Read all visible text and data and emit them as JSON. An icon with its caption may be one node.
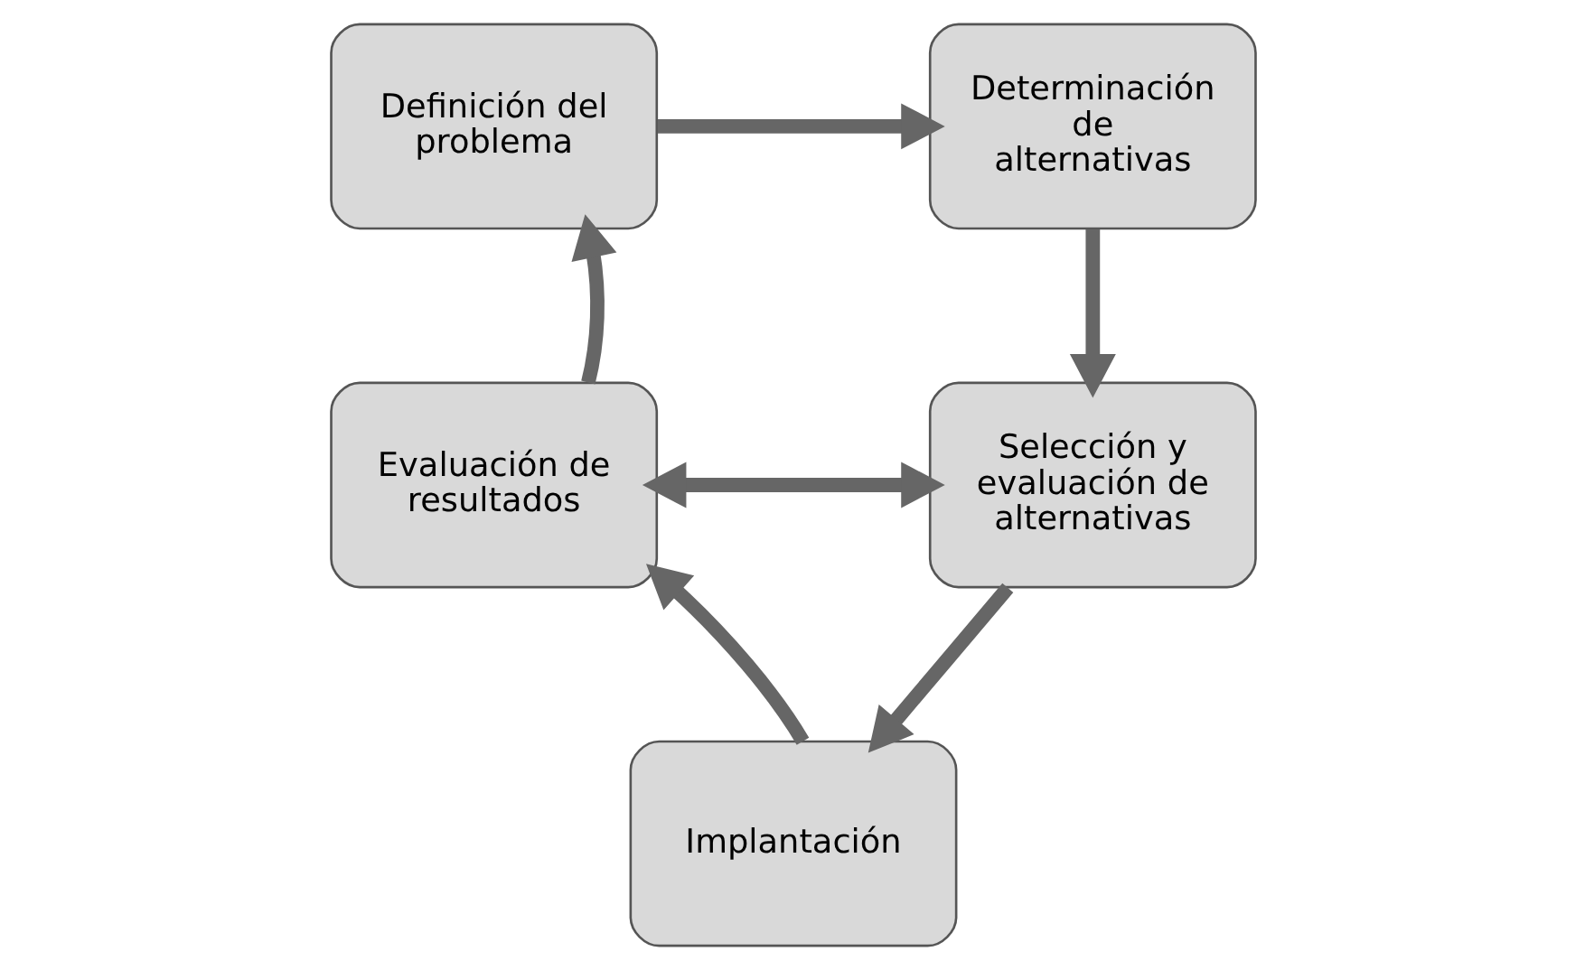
{
  "diagram": {
    "nodes": [
      {
        "text": [
          "Definición del problema"
        ]
      },
      {
        "text": [
          "Determinación de alternativas"
        ]
      },
      {
        "text": [
          "Selección y evaluación de alternativas"
        ]
      },
      {
        "text": [
          "Implantación"
        ]
      },
      {
        "text": [
          "Evaluación de resultados"
        ]
      }
    ],
    "edges": [
      {
        "from": 0,
        "to": 1,
        "arrow": "to"
      },
      {
        "from": 1,
        "to": 2,
        "arrow": "to"
      },
      {
        "from": 2,
        "to": 3,
        "arrow": "to"
      },
      {
        "from": 3,
        "to": 4,
        "arrow": "to"
      },
      {
        "from": 4,
        "to": 0,
        "arrow": "to"
      },
      {
        "from": 4,
        "to": 2,
        "arrow": "both"
      }
    ]
  }
}
